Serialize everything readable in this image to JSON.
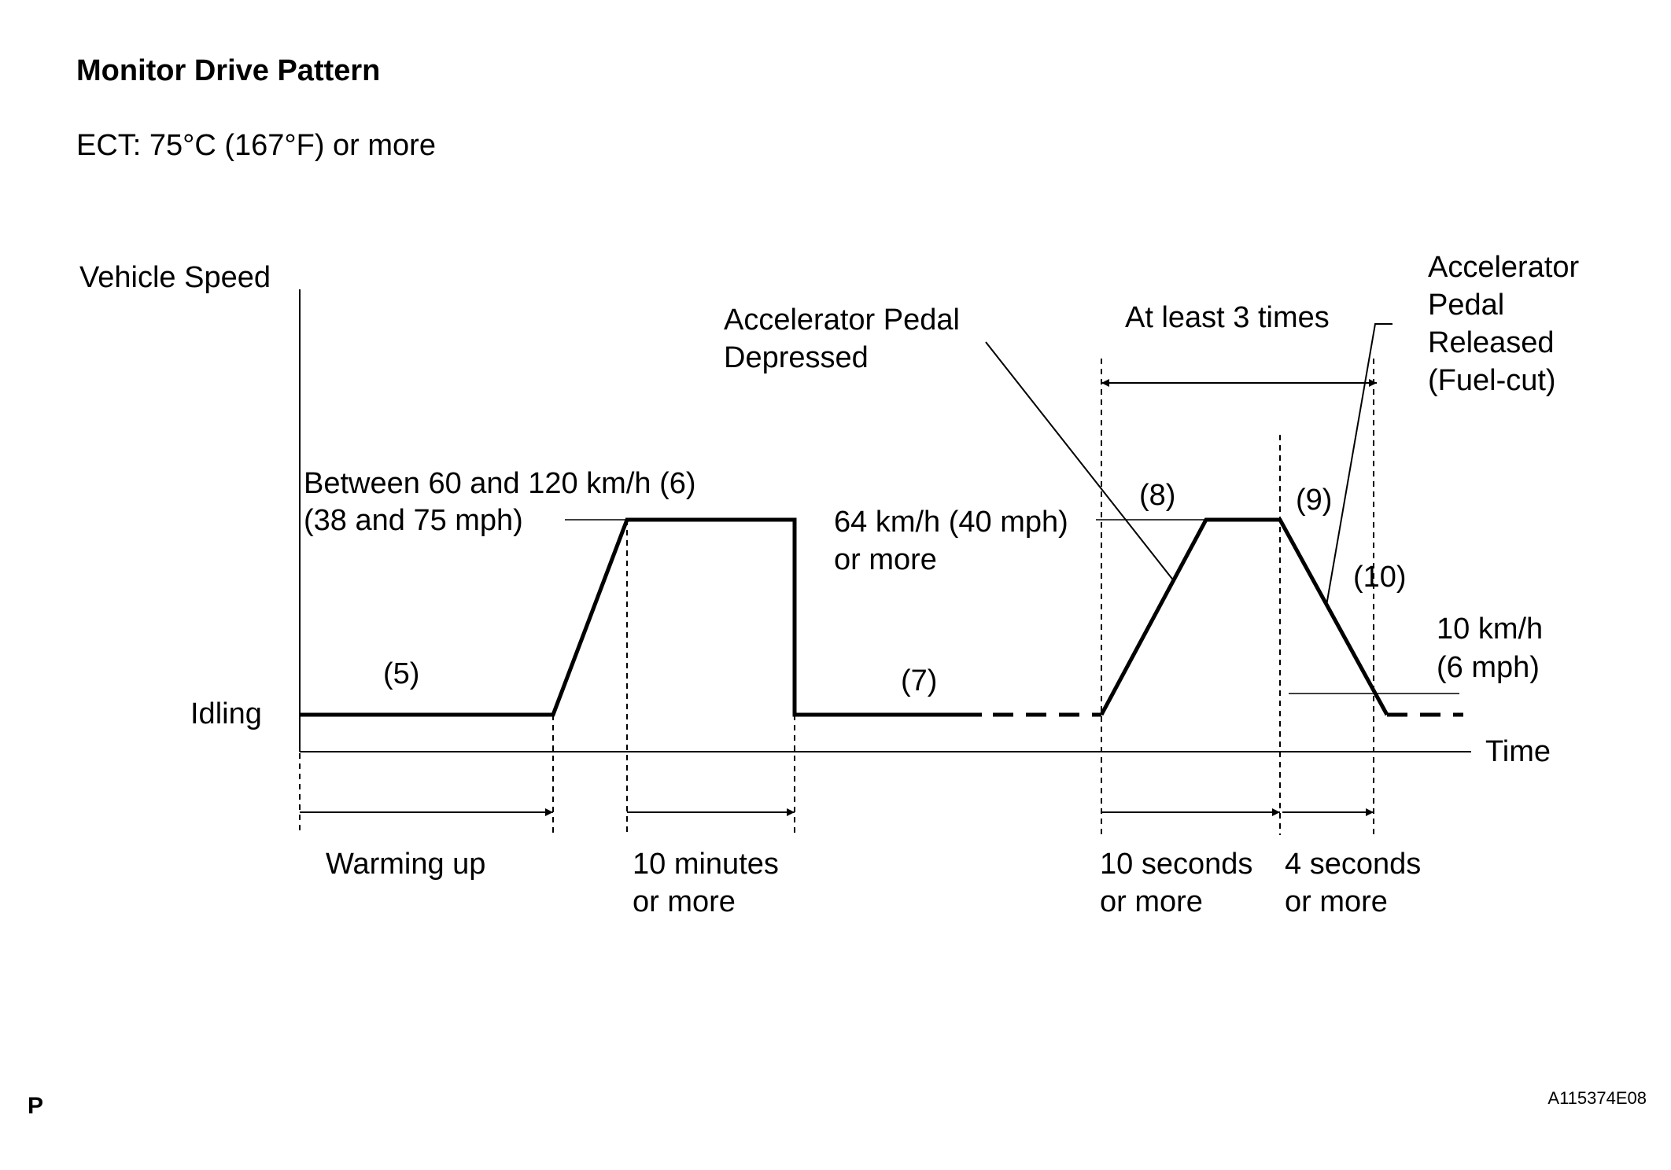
{
  "title": "Monitor Drive Pattern",
  "condition": "ECT: 75°C (167°F) or more",
  "axes": {
    "y_label": "Vehicle Speed",
    "x_label": "Time",
    "idle_label": "Idling"
  },
  "steps": {
    "s5": "(5)",
    "s6_line1": "Between  60 and 120 km/h (6)",
    "s6_line2": "(38 and 75 mph)",
    "s7": "(7)",
    "s8": "(8)",
    "s9": "(9)",
    "s10": "(10)"
  },
  "speed_64": {
    "line1": "64 km/h (40 mph)",
    "line2": "or more"
  },
  "speed_10": {
    "line1": "10 km/h",
    "line2": "(6 mph)"
  },
  "annotations": {
    "depressed_line1": "Accelerator Pedal",
    "depressed_line2": "Depressed",
    "repeat": "At least 3 times",
    "released_line1": "Accelerator",
    "released_line2": "Pedal",
    "released_line3": "Released",
    "released_line4": "(Fuel-cut)"
  },
  "durations": {
    "warmup": "Warming up",
    "ten_min_line1": "10 minutes",
    "ten_min_line2": "or more",
    "ten_sec_line1": "10 seconds",
    "ten_sec_line2": "or more",
    "four_sec_line1": "4 seconds",
    "four_sec_line2": "or more"
  },
  "footer": {
    "corner_letter": "P",
    "figure_id": "A115374E08"
  }
}
